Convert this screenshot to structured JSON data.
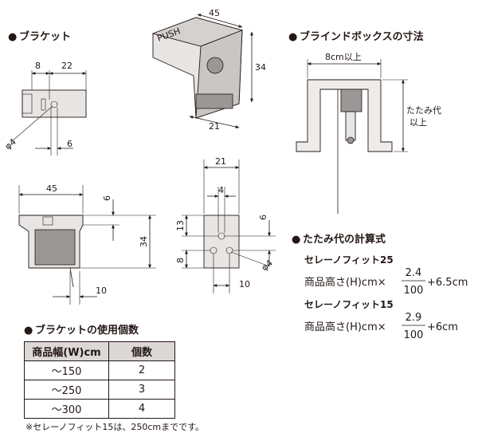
{
  "headings": {
    "bracket": "ブラケット",
    "box": "ブラインドボックスの寸法",
    "fold": "たたみ代の計算式",
    "usage": "ブラケットの使用個数"
  },
  "bullet": "●",
  "dims": {
    "iso_45": "45",
    "iso_34": "34",
    "iso_21": "21",
    "top_8": "8",
    "top_22": "22",
    "top_phi4": "φ4",
    "top_6": "6",
    "side_45": "45",
    "side_6": "6",
    "side_34": "34",
    "side_10": "10",
    "front_21": "21",
    "front_4": "4",
    "front_13": "13",
    "front_8": "8",
    "front_6": "6",
    "front_phi4": "φ4",
    "front_10": "10"
  },
  "push_label": "PUSH",
  "box": {
    "width_label": "8cm以上",
    "fold_label_1": "たたみ代",
    "fold_label_2": "以上"
  },
  "formulas": [
    {
      "name": "セレーノフィット25",
      "prefix": "商品高さ(H)cm×",
      "numerator": "2.4",
      "denominator": "100",
      "suffix": "+6.5cm"
    },
    {
      "name": "セレーノフィット15",
      "prefix": "商品高さ(H)cm×",
      "numerator": "2.9",
      "denominator": "100",
      "suffix": "+6cm"
    }
  ],
  "usage_table": {
    "headers": [
      "商品幅(W)cm",
      "個数"
    ],
    "rows": [
      [
        "～150",
        "2"
      ],
      [
        "～250",
        "3"
      ],
      [
        "～300",
        "4"
      ]
    ]
  },
  "note": "※セレーノフィット15は、250cmまでです。"
}
